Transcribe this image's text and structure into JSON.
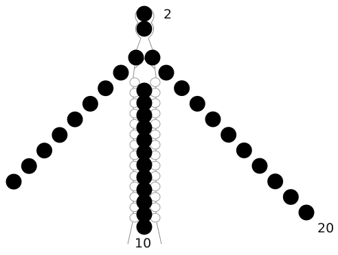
{
  "labels": {
    "top": "2",
    "bottom": "10",
    "right": "20"
  },
  "colors": {
    "bead": "#000000",
    "thread": "#8a8a8a",
    "clear_bead_fill": "#ffffff",
    "clear_bead_stroke": "#9a9a9a",
    "background": "#ffffff"
  }
}
